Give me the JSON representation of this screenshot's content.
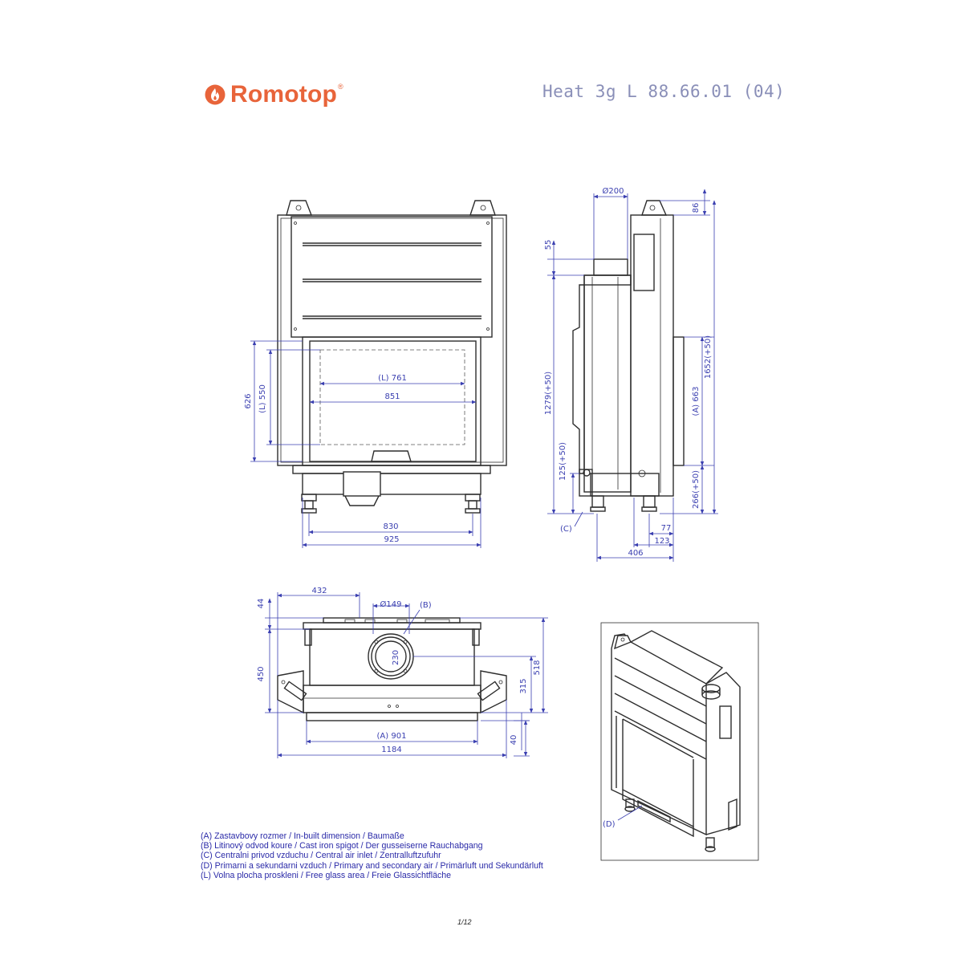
{
  "header": {
    "brand": "Romotop",
    "brand_reg": "®",
    "title": "Heat 3g L 88.66.01 (04)"
  },
  "front_view": {
    "dims": {
      "glass_width": "(L) 761",
      "inner_width": "851",
      "feet_span": "830",
      "overall_width": "925",
      "opening_height": "626",
      "glass_height": "(L) 550"
    }
  },
  "side_view": {
    "dims": {
      "flue_diameter": "Ø200",
      "top_offset": "86",
      "flue_height": "55",
      "total_height": "1652(+50)",
      "flue_center_height": "1279(+50)",
      "install_height": "(A) 663",
      "air_inlet_height": "125(+50)",
      "base_height": "266(+50)",
      "foot_offset_1": "77",
      "foot_offset_2": "123",
      "overall_depth": "406"
    },
    "callout": "(C)"
  },
  "top_view": {
    "dims": {
      "flue_offset": "432",
      "air_diameter": "Ø149",
      "flue_depth": "44",
      "inner_depth": "450",
      "overall_depth": "518",
      "install_depth": "315",
      "install_width": "(A) 901",
      "overall_width": "1184",
      "foot_depth": "40",
      "spigot_label": "230"
    },
    "callout": "(B)"
  },
  "iso_view": {
    "callout": "(D)"
  },
  "legend": [
    "(A)  Zastavbovy rozmer / In-built dimension / Baumaße",
    "(B)  Litinový odvod koure / Cast iron spigot / Der gusseiserne Rauchabgang",
    "(C)  Centralni privod vzduchu / Central air inlet / Zentralluftzufuhr",
    "(D)  Primarni a sekundarni vzduch / Primary and secondary air / Primärluft und Sekundärluft",
    "(L)  Volna plocha proskleni / Free glass area / Freie Glassichtfläche"
  ],
  "page_number": "1/12",
  "colors": {
    "brand": "#e8643a",
    "title": "#8a8fb8",
    "dimension": "#3a3fb0",
    "legend": "#2a2aa8",
    "line": "#2d2d2d"
  },
  "icons": [
    "flame-logo-icon"
  ]
}
